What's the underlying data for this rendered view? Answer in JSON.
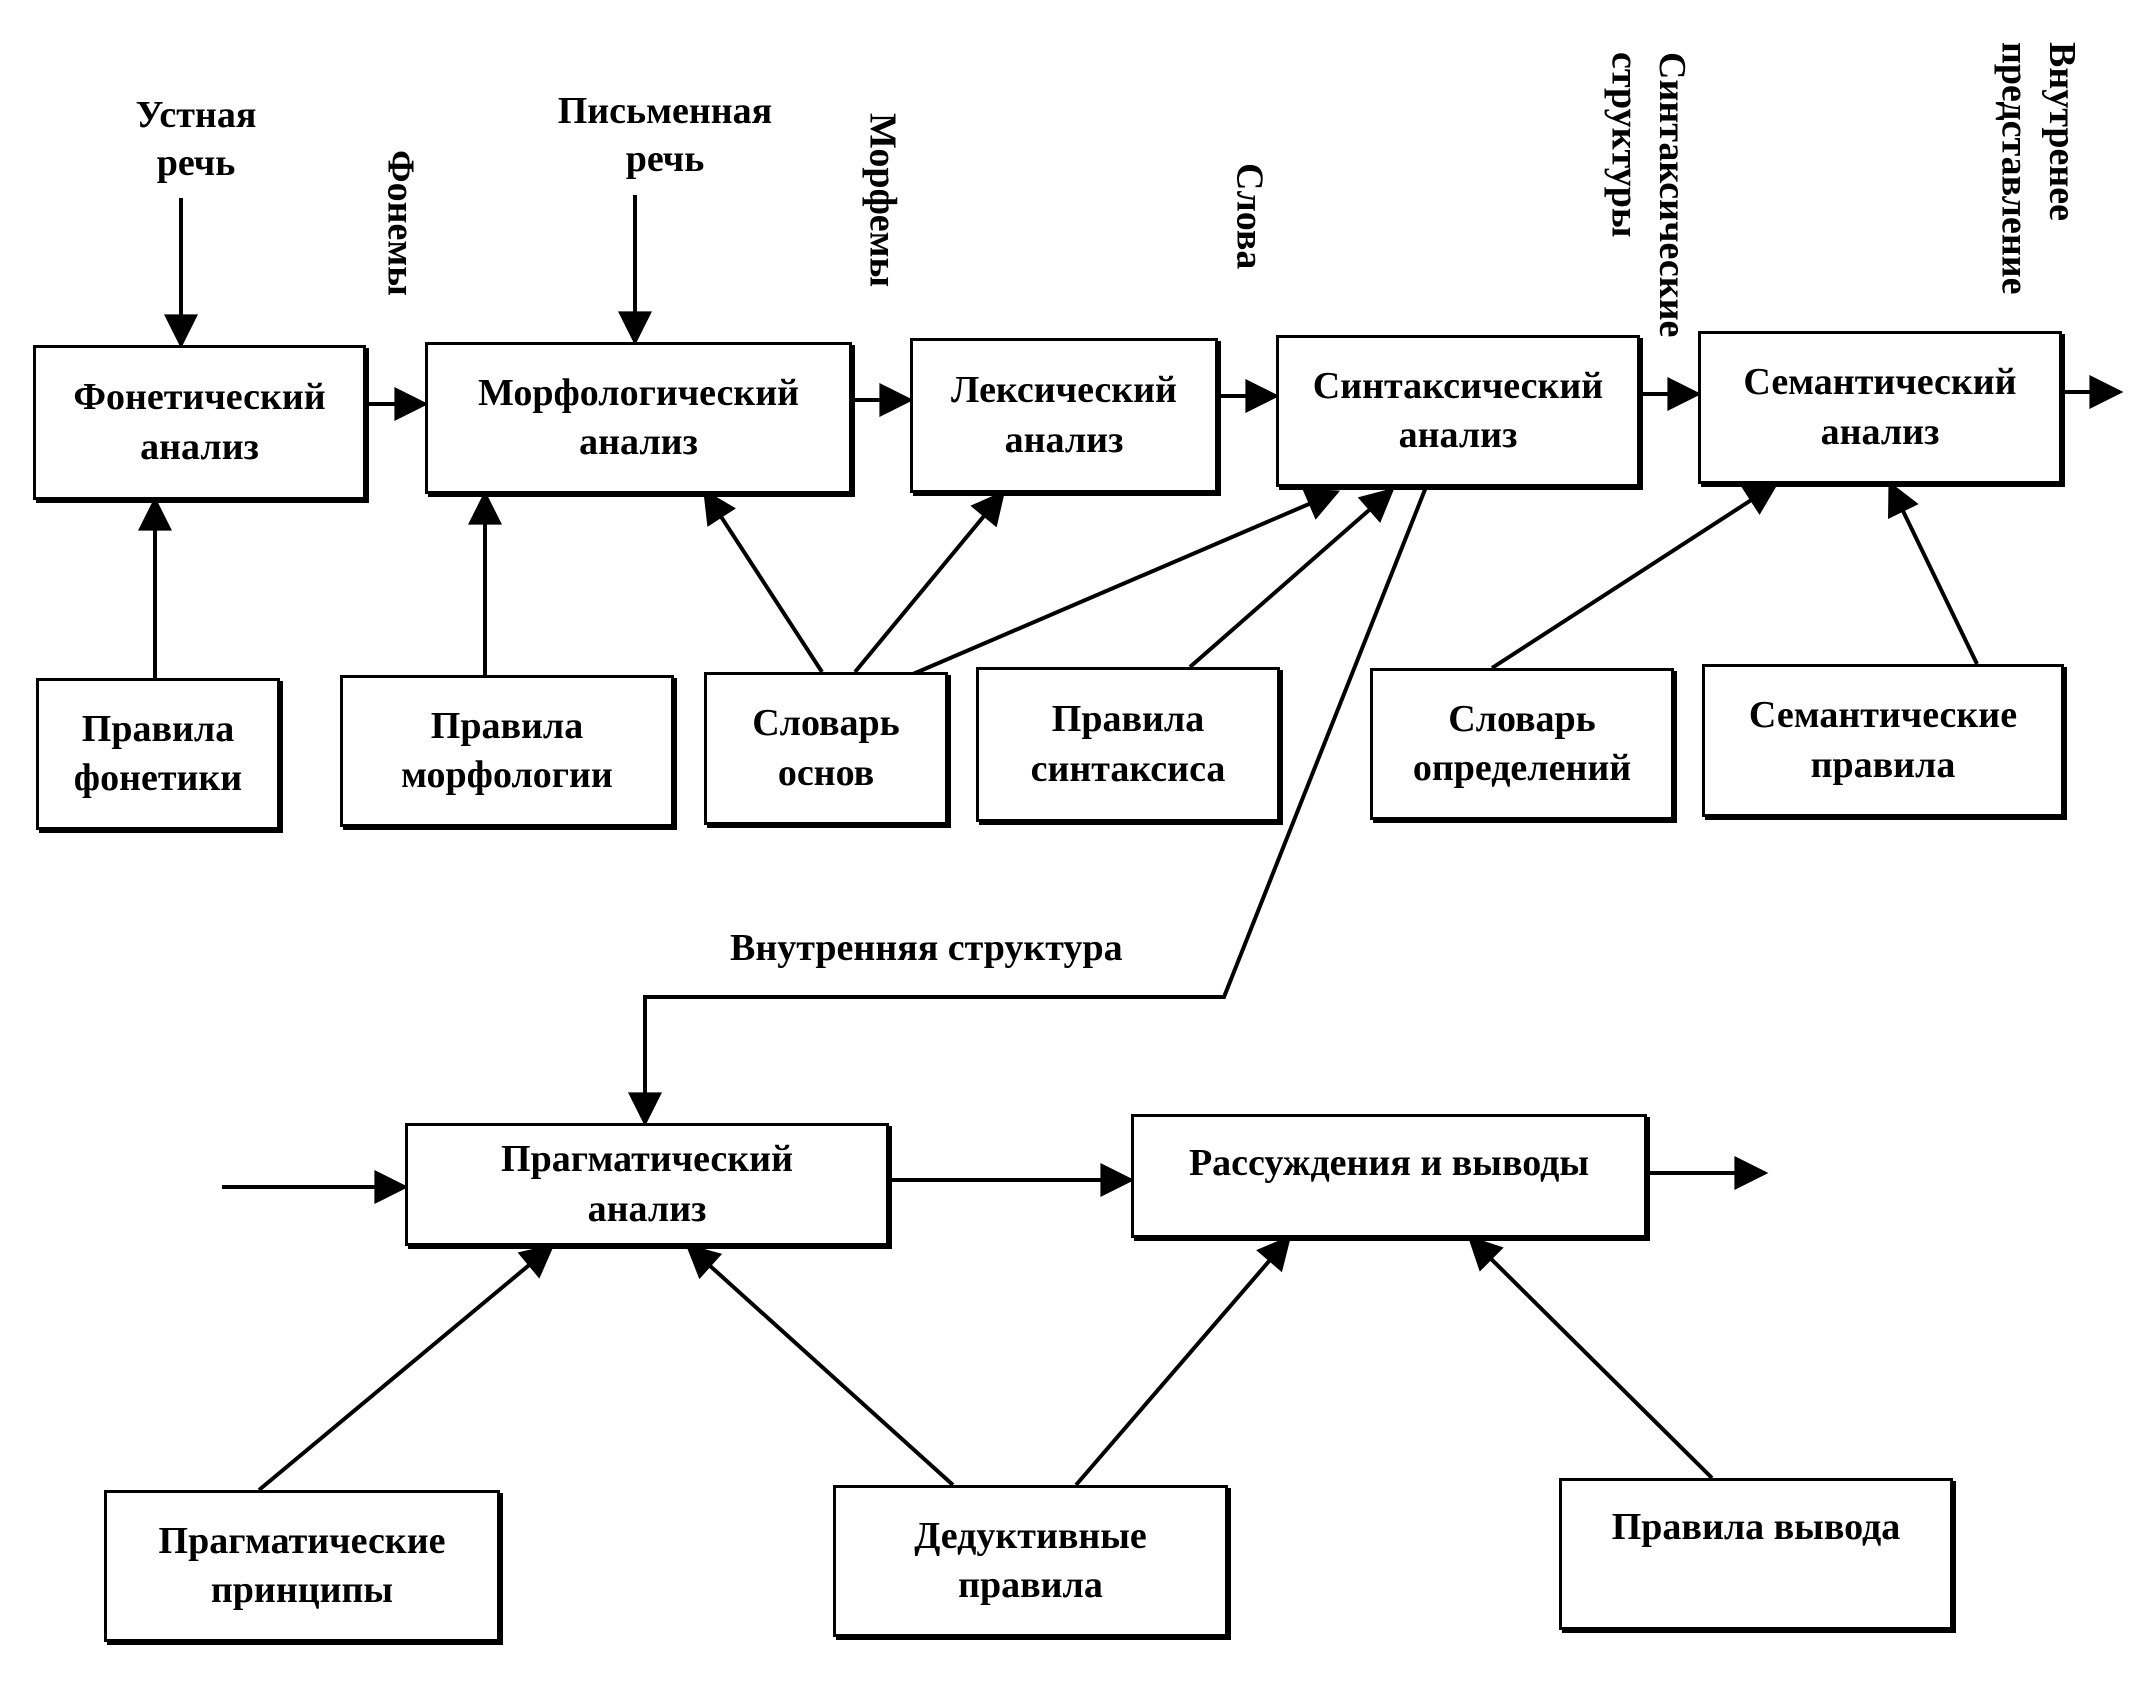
{
  "boxes": {
    "phonetic": "Фонетический\nанализ",
    "morphological": "Морфологический\nанализ",
    "lexical": "Лексический\nанализ",
    "syntactic": "Синтаксический\nанализ",
    "semantic": "Семантический\nанализ",
    "phonetics_rules": "Правила\nфонетики",
    "morphology_rules": "Правила\nморфологии",
    "stem_dictionary": "Словарь\nоснов",
    "syntax_rules": "Правила\nсинтаксиса",
    "definitions_dictionary": "Словарь\nопределений",
    "semantic_rules": "Семантические\nправила",
    "pragmatic": "Прагматический\nанализ",
    "reasoning": "Рассуждения и выводы",
    "pragmatic_principles": "Прагматические\nпринципы",
    "deductive_rules": "Дедуктивные\nправила",
    "inference_rules": "Правила вывода"
  },
  "labels": {
    "oral_speech": "Устная\nречь",
    "written_speech": "Письменная\nречь",
    "phonemes": "Фонемы",
    "morphemes": "Морфемы",
    "words": "Слова",
    "syntactic_structures": "Синтаксические\nструктуры",
    "internal_representation": "Внутренее\nпредставление",
    "internal_structure": "Внутренняя структура"
  }
}
